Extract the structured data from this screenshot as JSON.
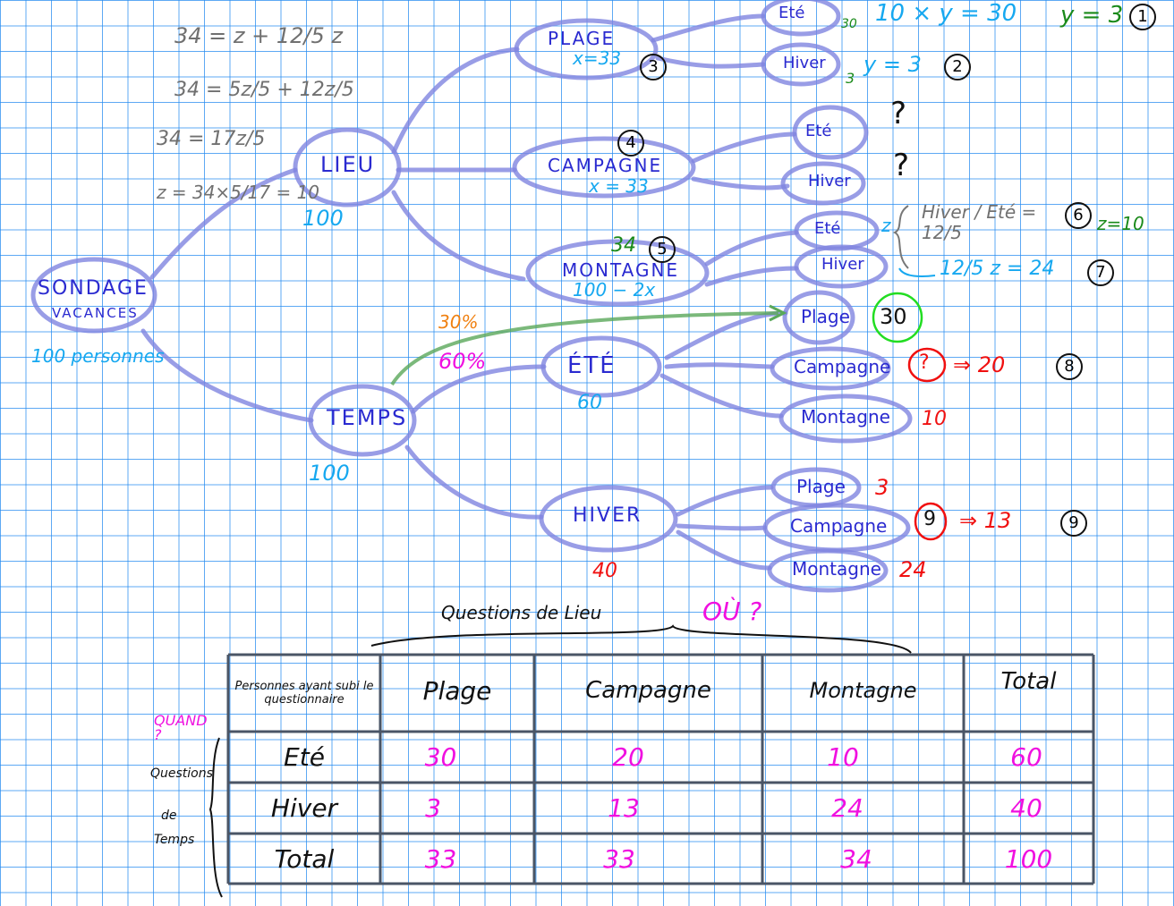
{
  "colors": {
    "node": "#8a8ee0",
    "text": "#2a2ad0",
    "cyan": "#16a8f0",
    "green": "#1a8a1a",
    "red": "#f01010",
    "magenta": "#f010e0",
    "grey": "#707070"
  },
  "tree": {
    "root": {
      "label1": "SONDAGE",
      "label2": "VACANCES",
      "sub": "100 personnes"
    },
    "lieu": {
      "label": "LIEU",
      "value": "100"
    },
    "temps": {
      "label": "TEMPS",
      "value": "100"
    },
    "plage": {
      "label": "PLAGE",
      "eq": "x=33",
      "step": "3"
    },
    "campagne": {
      "label": "CAMPAGNE",
      "eq": "x = 33",
      "step": "4"
    },
    "montagne": {
      "label": "MONTAGNE",
      "eq": "100 − 2x",
      "value": "34",
      "step": "5"
    },
    "ete": {
      "label": "ÉTÉ",
      "value": "60",
      "pct": "60%"
    },
    "hiver": {
      "label": "HIVER",
      "value": "40"
    },
    "leaves": {
      "plage_ete": "Eté",
      "plage_hiver": "Hiver",
      "campagne_ete": "Eté",
      "campagne_hiver": "Hiver",
      "montagne_ete": "Eté",
      "montagne_hiver": "Hiver",
      "ete_plage": "Plage",
      "ete_campagne": "Campagne",
      "ete_montagne": "Montagne",
      "hiver_plage": "Plage",
      "hiver_campagne": "Campagne",
      "hiver_montagne": "Montagne"
    }
  },
  "annotations": {
    "eq1": "34 = z + 12/5 z",
    "eq2": "34 = 5z/5 + 12z/5",
    "eq3": "34 = 17z/5",
    "eq4": "z = 34×5/17 = 10",
    "plage_ete_val": "30",
    "plage_hiver_val": "3",
    "step1_eq": "10 × y = 30",
    "step1_res": "y = 3",
    "step1": "1",
    "step2_eq": "y = 3",
    "step2": "2",
    "q1": "?",
    "q2": "?",
    "montagne_ete_z": "z",
    "ratio": "Hiver / Eté = 12/5",
    "step6": "6",
    "z10": "z=10",
    "step7_eq": "12/5 z = 24",
    "step7": "7",
    "pct30": "30%",
    "ete_plage_val": "30",
    "ete_campagne_q": "?",
    "ete_campagne_res": "⇒ 20",
    "step8": "8",
    "ete_montagne_val": "10",
    "hiver_plage_val": "3",
    "hiver_campagne_q": "9",
    "hiver_campagne_res": "⇒ 13",
    "step9": "9",
    "hiver_montagne_val": "24"
  },
  "table": {
    "top_label": "Questions de Lieu",
    "top_q": "OÙ ?",
    "side_q": "QUAND ?",
    "side_label1": "Questions",
    "side_label2": "de",
    "side_label3": "Temps",
    "corner": "Personnes ayant subi le questionnaire",
    "headers": [
      "Plage",
      "Campagne",
      "Montagne",
      "Total"
    ],
    "rows": [
      {
        "label": "Eté",
        "values": [
          "30",
          "20",
          "10",
          "60"
        ]
      },
      {
        "label": "Hiver",
        "values": [
          "3",
          "13",
          "24",
          "40"
        ]
      },
      {
        "label": "Total",
        "values": [
          "33",
          "33",
          "34",
          "100"
        ]
      }
    ]
  }
}
